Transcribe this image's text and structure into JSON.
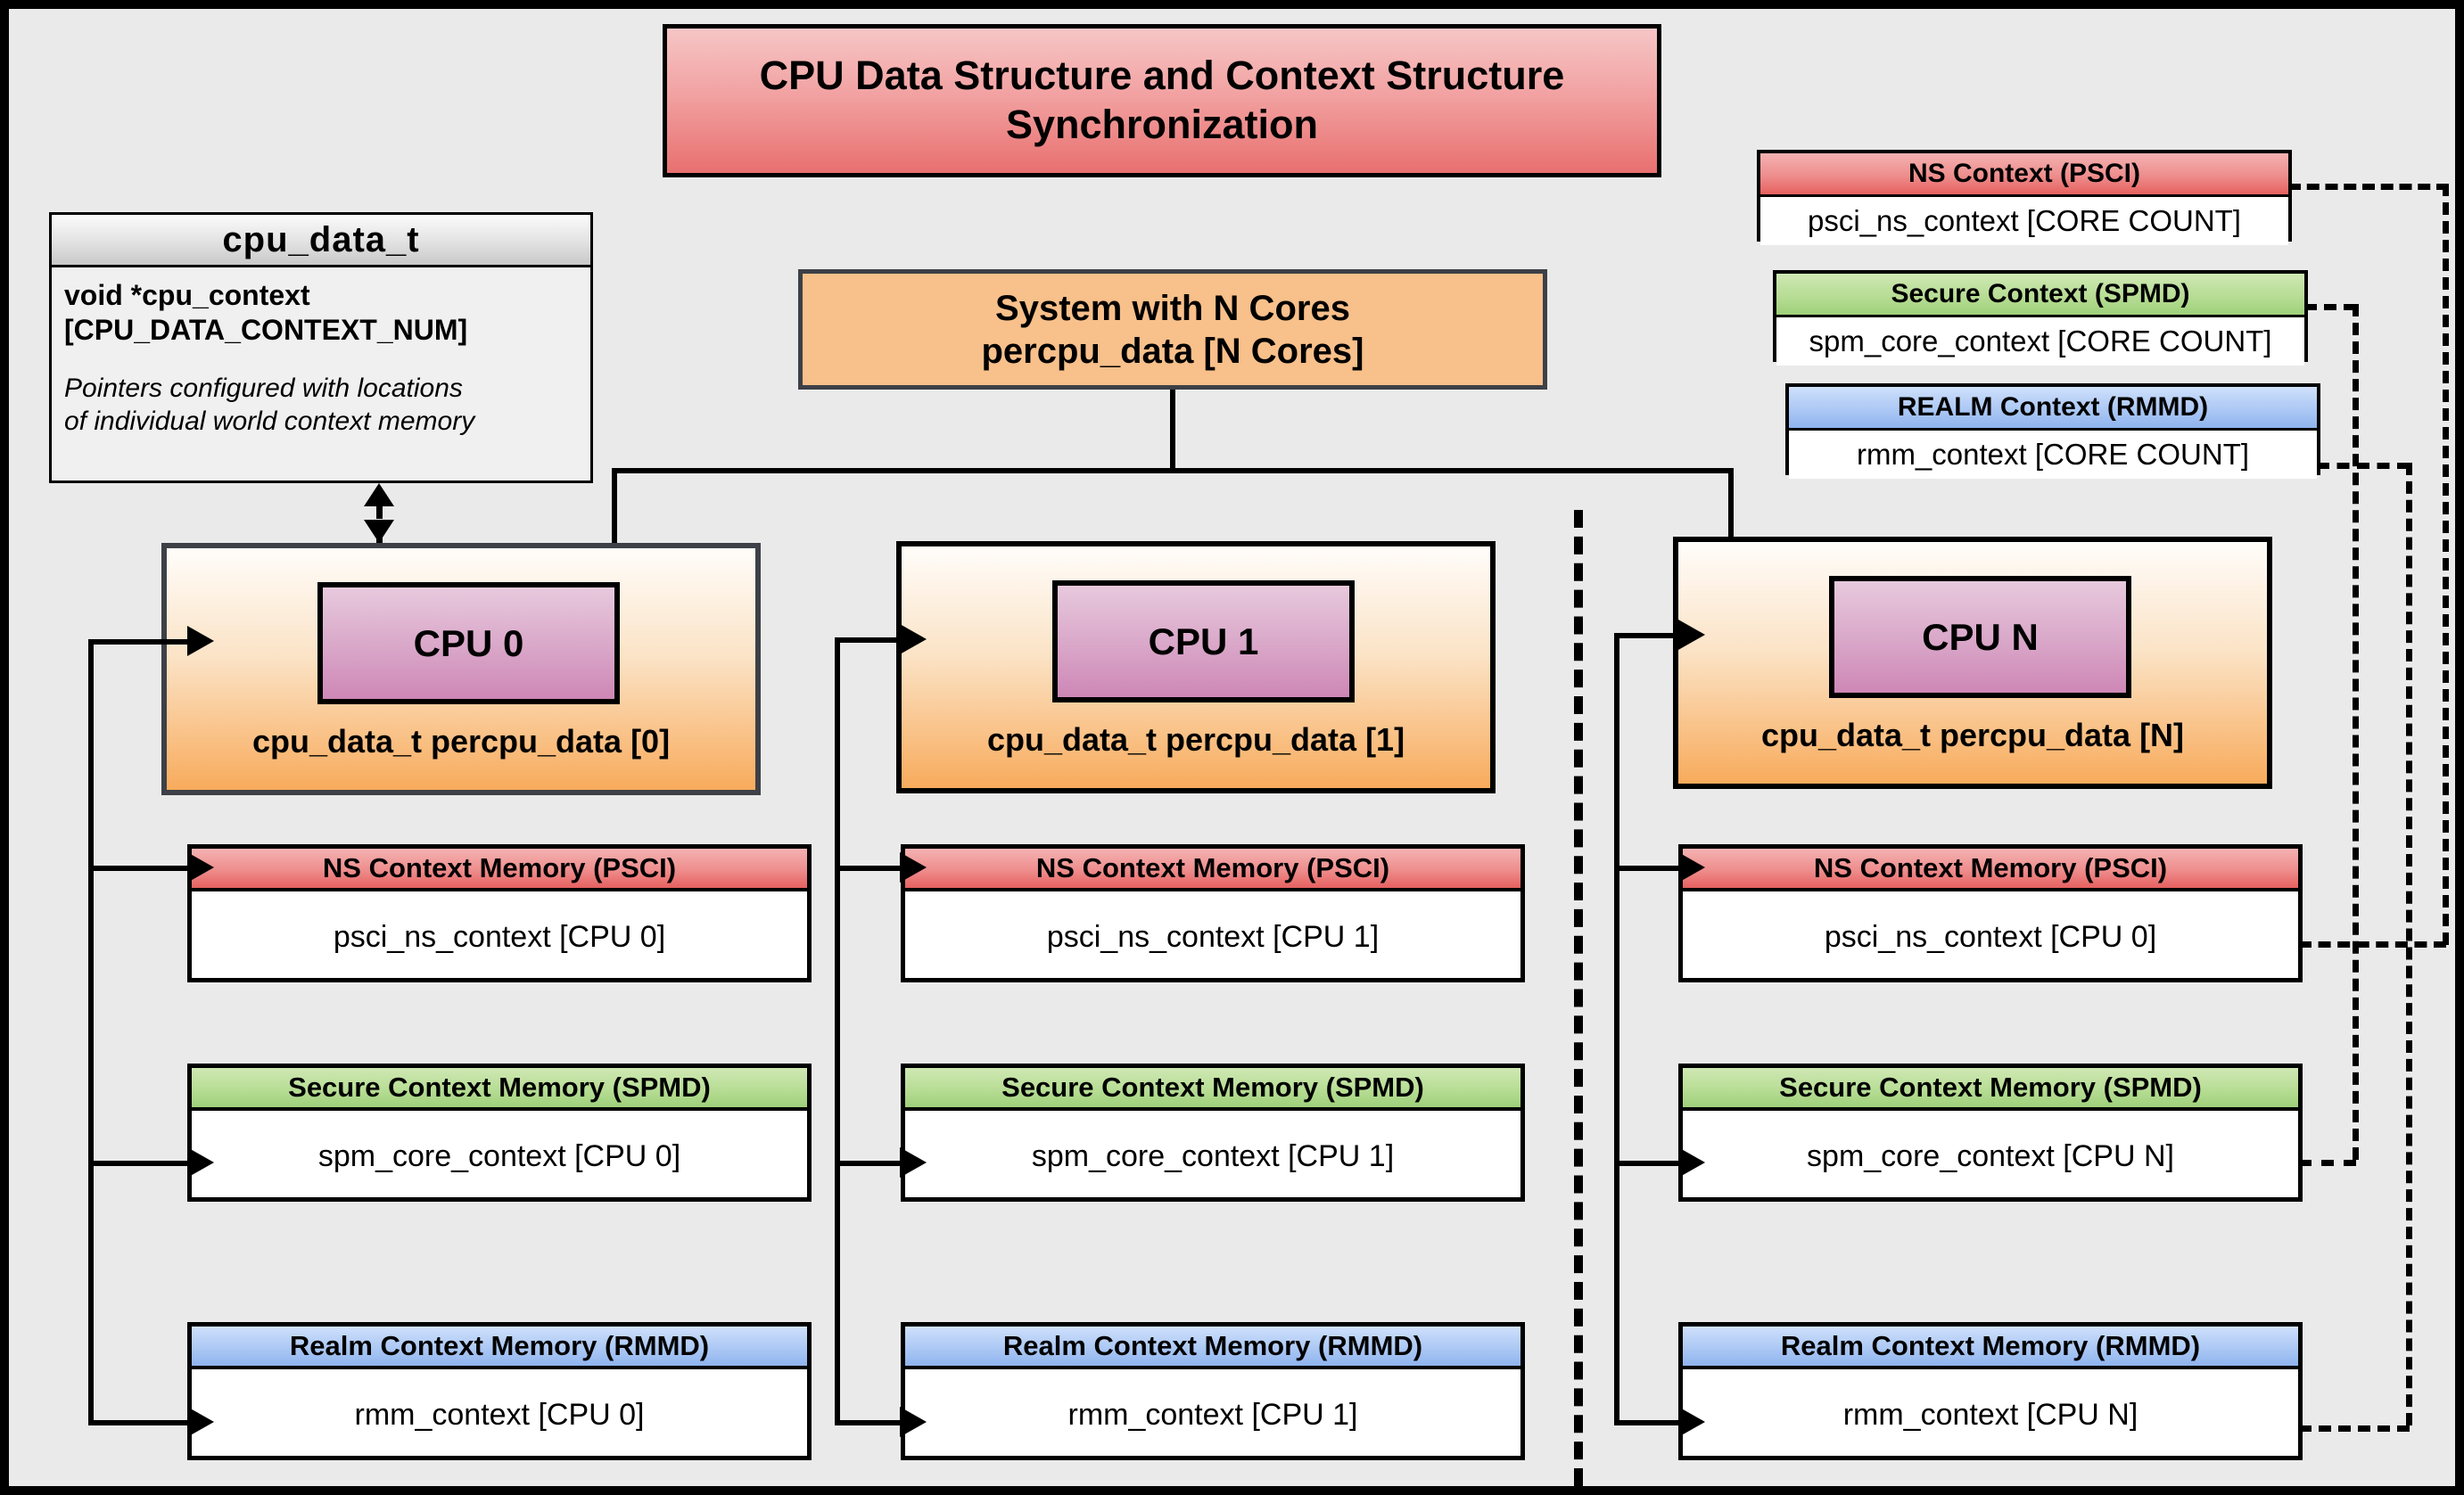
{
  "title": {
    "line1": "CPU Data Structure and Context Structure",
    "line2": "Synchronization"
  },
  "cpu_data_t": {
    "header": "cpu_data_t",
    "attribute_line1": "void  *cpu_context",
    "attribute_line2": "[CPU_DATA_CONTEXT_NUM]",
    "note_line1": "Pointers configured with locations",
    "note_line2": "of individual world context memory"
  },
  "system": {
    "line1": "System with N Cores",
    "line2": "percpu_data [N Cores]"
  },
  "legend": [
    {
      "title": "NS Context  (PSCI)",
      "value": "psci_ns_context [CORE COUNT]",
      "color": "#e5615f"
    },
    {
      "title": "Secure Context (SPMD)",
      "value": "spm_core_context [CORE COUNT]",
      "color": "#9ed07a"
    },
    {
      "title": "REALM Context (RMMD)",
      "value": "rmm_context [CORE COUNT]",
      "color": "#8fb4ee"
    }
  ],
  "cpus": [
    {
      "chip": "CPU 0",
      "label": "cpu_data_t percpu_data [0]",
      "contexts": [
        {
          "title": "NS Context Memory (PSCI)",
          "value": "psci_ns_context [CPU 0]"
        },
        {
          "title": "Secure Context Memory (SPMD)",
          "value": "spm_core_context [CPU 0]"
        },
        {
          "title": "Realm Context Memory (RMMD)",
          "value": "rmm_context [CPU 0]"
        }
      ]
    },
    {
      "chip": "CPU 1",
      "label": "cpu_data_t percpu_data [1]",
      "contexts": [
        {
          "title": "NS Context Memory (PSCI)",
          "value": "psci_ns_context [CPU 1]"
        },
        {
          "title": "Secure Context Memory (SPMD)",
          "value": "spm_core_context [CPU 1]"
        },
        {
          "title": "Realm Context Memory (RMMD)",
          "value": "rmm_context [CPU 1]"
        }
      ]
    },
    {
      "chip": "CPU N",
      "label": "cpu_data_t percpu_data [N]",
      "contexts": [
        {
          "title": "NS Context Memory (PSCI)",
          "value": "psci_ns_context [CPU 0]"
        },
        {
          "title": "Secure Context Memory (SPMD)",
          "value": "spm_core_context [CPU N]"
        },
        {
          "title": "Realm Context Memory (RMMD)",
          "value": "rmm_context [CPU N]"
        }
      ]
    }
  ],
  "colors": {
    "background": "#eaeaea",
    "frame": "#000000",
    "ns": "#e5615f",
    "secure": "#9ed07a",
    "realm": "#8fb4ee",
    "cpu_block": "#f8ab5c",
    "cpu_chip": "#ce87b6",
    "system_box": "#f8c08a",
    "title_banner": "#e8706f"
  }
}
